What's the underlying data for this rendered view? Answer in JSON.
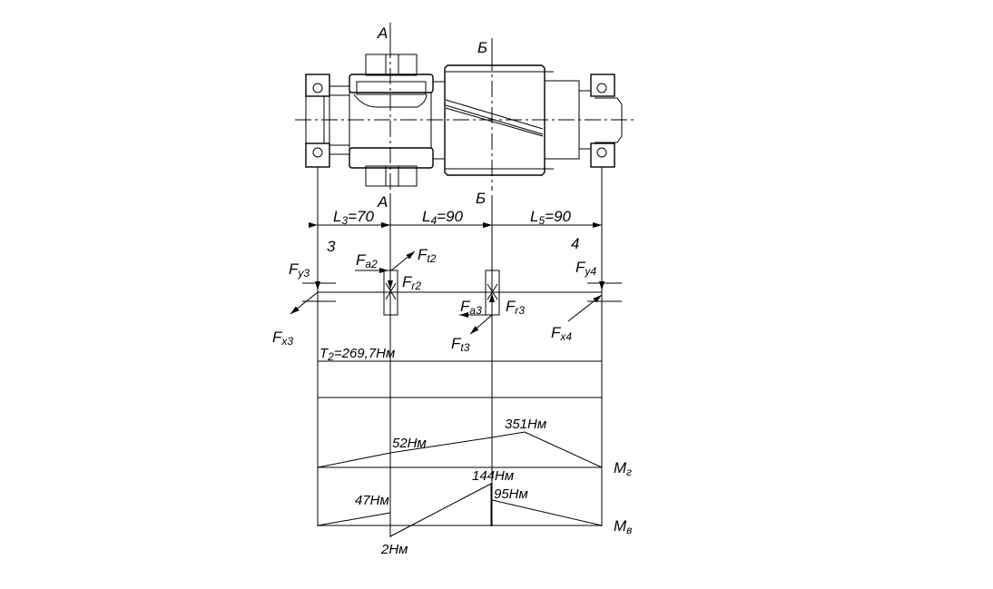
{
  "sections": {
    "a_top": "A",
    "b_top": "Б",
    "a_bottom": "A",
    "b_bottom": "Б"
  },
  "dimensions": [
    {
      "base": "L",
      "sub": "3",
      "suffix": "=70"
    },
    {
      "base": "L",
      "sub": "4",
      "suffix": "=90"
    },
    {
      "base": "L",
      "sub": "5",
      "suffix": "=90"
    }
  ],
  "supports": {
    "left": "3",
    "right": "4"
  },
  "forces": {
    "fy3": {
      "base": "F",
      "sub": "y3"
    },
    "fx3": {
      "base": "F",
      "sub": "x3"
    },
    "fa2": {
      "base": "F",
      "sub": "a2"
    },
    "ft2": {
      "base": "F",
      "sub": "t2"
    },
    "fr2": {
      "base": "F",
      "sub": "r2"
    },
    "fa3": {
      "base": "F",
      "sub": "a3"
    },
    "fr3": {
      "base": "F",
      "sub": "r3"
    },
    "ft3": {
      "base": "F",
      "sub": "t3"
    },
    "fy4": {
      "base": "F",
      "sub": "y4"
    },
    "fx4": {
      "base": "F",
      "sub": "x4"
    }
  },
  "torque": {
    "base": "T",
    "sub": "2",
    "suffix": "=269,7Нм"
  },
  "moments": {
    "mg_label": {
      "base": "М",
      "sub": "г"
    },
    "mv_label": {
      "base": "М",
      "sub": "в"
    },
    "mg_values": [
      "52Нм",
      "351Нм"
    ],
    "mv_values": [
      "47Нм",
      "2Нм",
      "144Нм",
      "95Нм"
    ]
  }
}
